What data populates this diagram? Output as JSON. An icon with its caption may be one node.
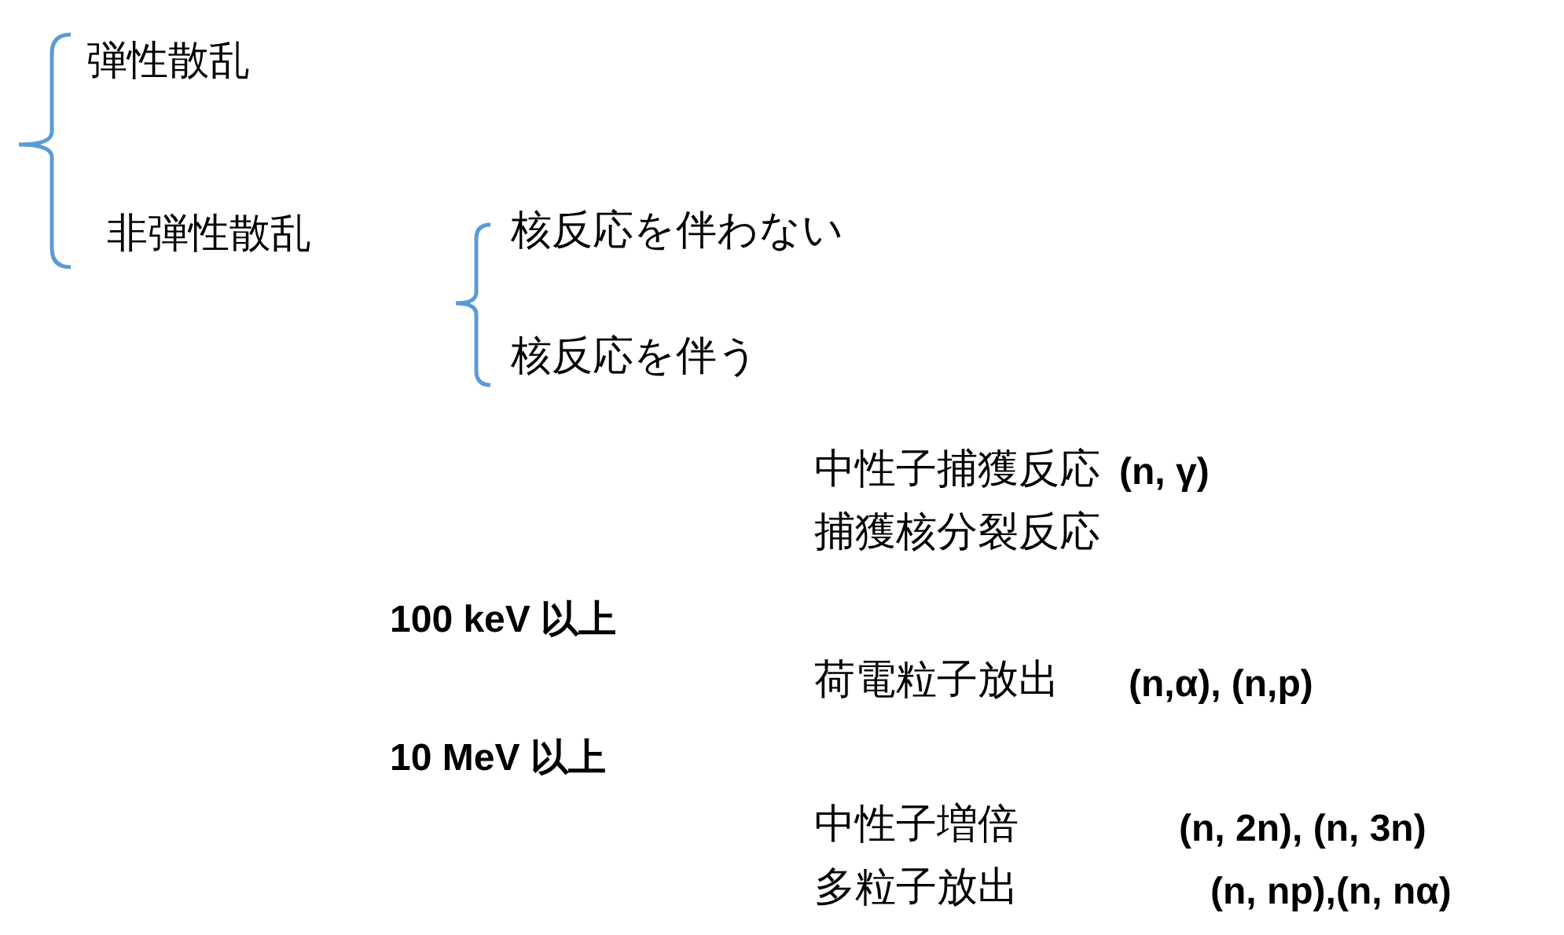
{
  "diagram": {
    "labels": [
      "弾性散乱",
      "非弾性散乱",
      "核反応を伴わない",
      "核反応を伴う",
      "中性子捕獲反応",
      "(n, γ)",
      "捕獲核分裂反応",
      "100 keV 以上",
      "荷電粒子放出",
      "(n,α), (n,p)",
      "10 MeV 以上",
      "中性子増倍",
      "(n, 2n), (n, 3n)",
      "多粒子放出",
      "(n, np),(n, nα)"
    ]
  }
}
